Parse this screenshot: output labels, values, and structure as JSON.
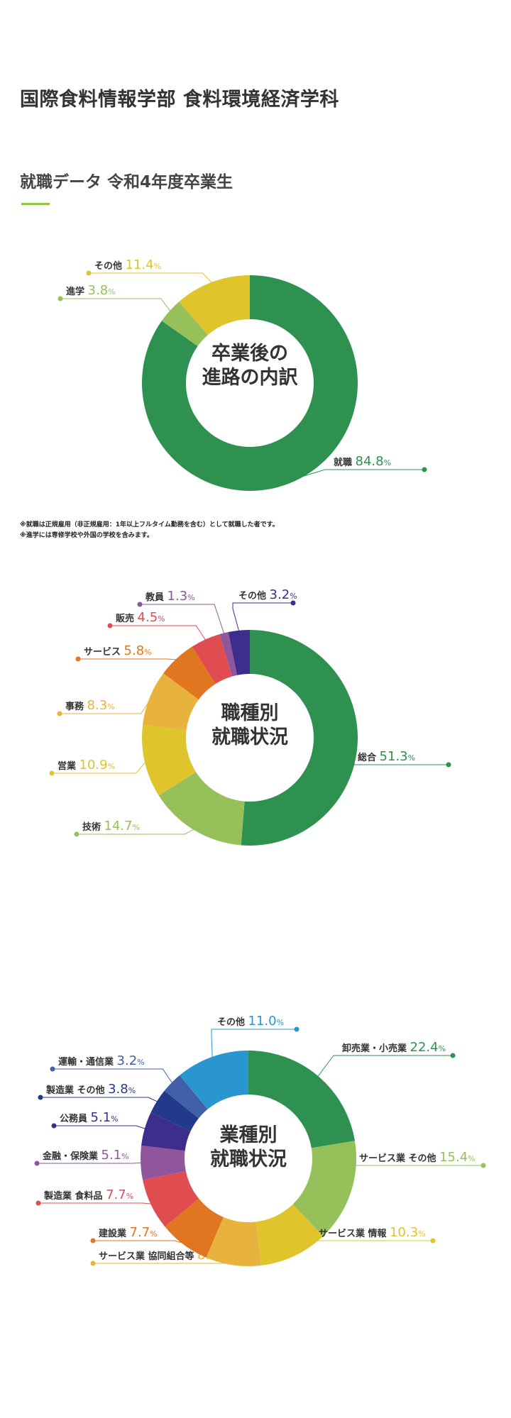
{
  "header": {
    "title": "国際食料情報学部 食料環境経済学科",
    "subtitle": "就職データ 令和4年度卒業生"
  },
  "notes": [
    "※就職は正規雇用（非正規雇用：1年以上フルタイム勤務を含む）として就職した者です。",
    "※進学には専修学校や外国の学校を含みます。"
  ],
  "chart_data": [
    {
      "type": "pie",
      "center_title": [
        "卒業後の",
        "進路の内訳"
      ],
      "unit": "%",
      "slices": [
        {
          "label": "就職",
          "value": 84.8,
          "color": "#2e9150"
        },
        {
          "label": "進学",
          "value": 3.8,
          "color": "#96c05a"
        },
        {
          "label": "その他",
          "value": 11.4,
          "color": "#dfc42b"
        }
      ]
    },
    {
      "type": "pie",
      "center_title": [
        "職種別",
        "就職状況"
      ],
      "unit": "%",
      "slices": [
        {
          "label": "総合",
          "value": 51.3,
          "color": "#2e9150"
        },
        {
          "label": "技術",
          "value": 14.7,
          "color": "#96c05a"
        },
        {
          "label": "営業",
          "value": 10.9,
          "color": "#dfc42b"
        },
        {
          "label": "事務",
          "value": 8.3,
          "color": "#e8b33c"
        },
        {
          "label": "サービス",
          "value": 5.8,
          "color": "#e0761f"
        },
        {
          "label": "販売",
          "value": 4.5,
          "color": "#e04d50"
        },
        {
          "label": "教員",
          "value": 1.3,
          "color": "#8f569c"
        },
        {
          "label": "その他",
          "value": 3.2,
          "color": "#3d2d8c"
        }
      ]
    },
    {
      "type": "pie",
      "center_title": [
        "業種別",
        "就職状況"
      ],
      "unit": "%",
      "slices": [
        {
          "label": "卸売業・小売業",
          "value": 22.4,
          "color": "#2e9150"
        },
        {
          "label": "サービス業 その他",
          "value": 15.4,
          "color": "#96c05a"
        },
        {
          "label": "サービス業 情報",
          "value": 10.3,
          "color": "#dfc42b"
        },
        {
          "label": "サービス業 協同組合等",
          "value": 8.3,
          "color": "#e8b33c"
        },
        {
          "label": "建設業",
          "value": 7.7,
          "color": "#e0761f"
        },
        {
          "label": "製造業 食料品",
          "value": 7.7,
          "color": "#e04d50"
        },
        {
          "label": "金融・保険業",
          "value": 5.1,
          "color": "#8f569c"
        },
        {
          "label": "公務員",
          "value": 5.1,
          "color": "#3d2d8c"
        },
        {
          "label": "製造業 その他",
          "value": 3.8,
          "color": "#233a8a"
        },
        {
          "label": "運輸・通信業",
          "value": 3.2,
          "color": "#4160a8"
        },
        {
          "label": "その他",
          "value": 11.0,
          "color": "#2a96cf"
        }
      ]
    }
  ]
}
